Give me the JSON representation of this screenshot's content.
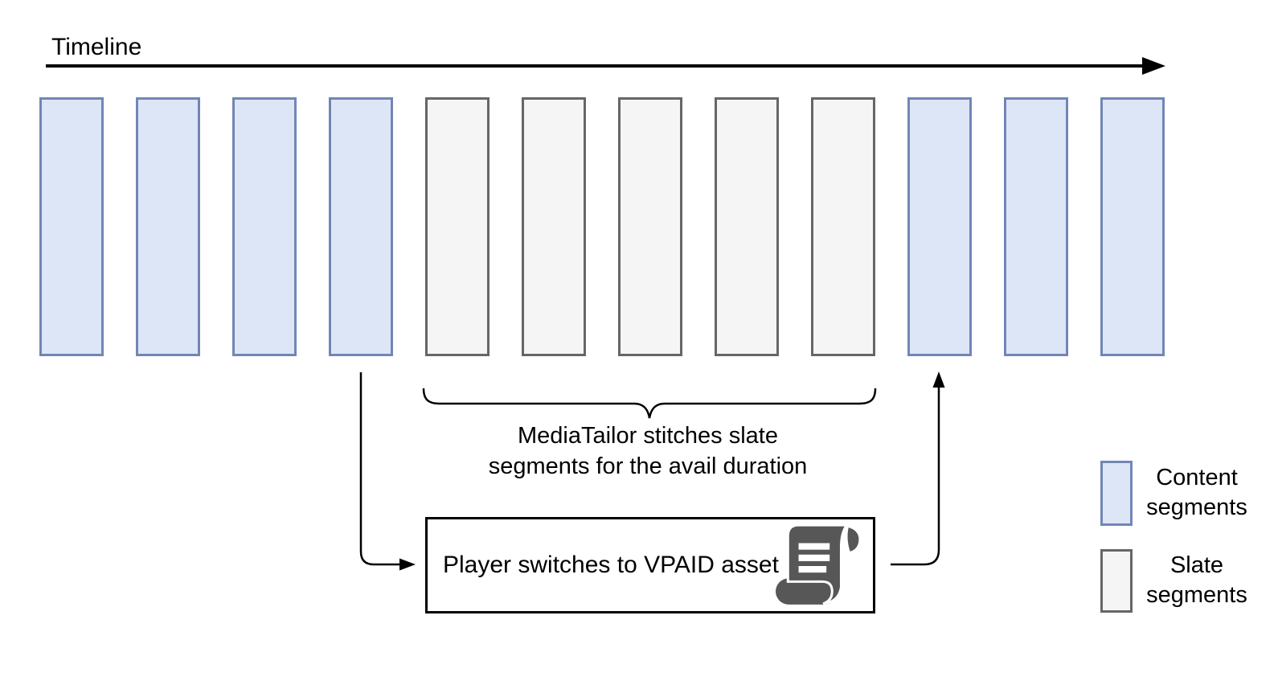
{
  "title": "Timeline",
  "colors": {
    "content_fill": "#dde6f7",
    "content_stroke": "#7285b5",
    "slate_fill": "#f5f5f5",
    "slate_stroke": "#666666",
    "connector": "#000000",
    "scroll_icon": "#575757"
  },
  "segments": [
    "content",
    "content",
    "content",
    "content",
    "slate",
    "slate",
    "slate",
    "slate",
    "slate",
    "content",
    "content",
    "content"
  ],
  "annotation": {
    "line1": "MediaTailor stitches slate",
    "line2": "segments for the avail duration"
  },
  "player_box": {
    "label": "Player switches to VPAID asset",
    "icon": "scroll-icon"
  },
  "legend": {
    "content": {
      "line1": "Content",
      "line2": "segments"
    },
    "slate": {
      "line1": "Slate",
      "line2": "segments"
    }
  }
}
